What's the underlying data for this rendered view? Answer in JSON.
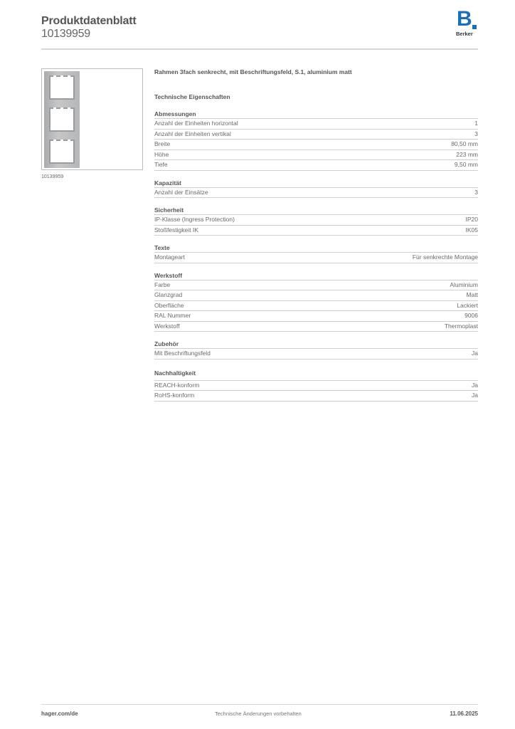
{
  "header": {
    "title": "Produktdatenblatt",
    "article_number": "10139959",
    "logo": {
      "mark": "B",
      "name": "Berker",
      "color": "#1a6fb6"
    }
  },
  "product": {
    "image_alt": "frame-3-gang-vertical-image",
    "image_caption": "10139959",
    "description": "Rahmen 3fach senkrecht, mit Beschriftungsfeld, S.1, aluminium matt"
  },
  "technical_heading": "Technische Eigenschaften",
  "sections": [
    {
      "title": "Abmessungen",
      "rows": [
        {
          "label": "Anzahl der Einheiten horizontal",
          "value": "1"
        },
        {
          "label": "Anzahl der Einheiten vertikal",
          "value": "3"
        },
        {
          "label": "Breite",
          "value": "80,50 mm"
        },
        {
          "label": "Höhe",
          "value": "223 mm"
        },
        {
          "label": "Tiefe",
          "value": "9,50 mm"
        }
      ]
    },
    {
      "title": "Kapazität",
      "rows": [
        {
          "label": "Anzahl der Einsätze",
          "value": "3"
        }
      ]
    },
    {
      "title": "Sicherheit",
      "rows": [
        {
          "label": "IP-Klasse (Ingress Protection)",
          "value": "IP20"
        },
        {
          "label": "Stoßfestigkeit IK",
          "value": "IK05"
        }
      ]
    },
    {
      "title": "Texte",
      "rows": [
        {
          "label": "Montageart",
          "value": "Für senkrechte Montage"
        }
      ]
    },
    {
      "title": "Werkstoff",
      "rows": [
        {
          "label": "Farbe",
          "value": "Aluminium"
        },
        {
          "label": "Glanzgrad",
          "value": "Matt"
        },
        {
          "label": "Oberfläche",
          "value": "Lackiert"
        },
        {
          "label": "RAL Nummer",
          "value": "9006"
        },
        {
          "label": "Werkstoff",
          "value": "Thermoplast"
        }
      ]
    },
    {
      "title": "Zubehör",
      "rows": [
        {
          "label": "Mit Beschriftungsfeld",
          "value": "Ja"
        }
      ]
    },
    {
      "title": "Nachhaltigkeit",
      "rows": [
        {
          "label": "REACH-konform",
          "value": "Ja"
        },
        {
          "label": "RoHS-konform",
          "value": "Ja"
        }
      ]
    }
  ],
  "footer": {
    "website": "hager.com/de",
    "disclaimer": "Technische Änderungen vorbehalten",
    "date": "11.06.2025"
  }
}
